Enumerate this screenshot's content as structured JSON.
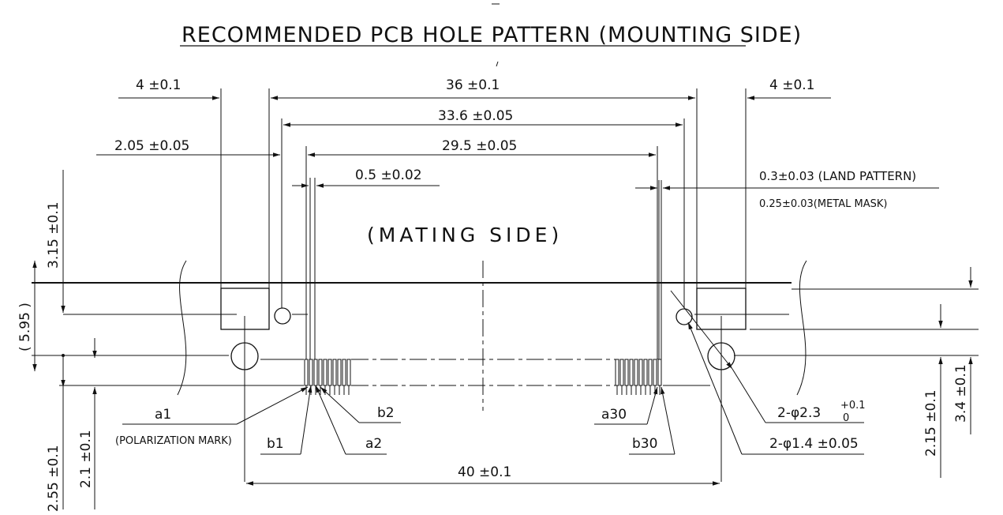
{
  "title": "RECOMMENDED PCB HOLE PATTERN (MOUNTING SIDE)",
  "mating_side": "(MATING SIDE)",
  "dims": {
    "left_4": "4 ±0.1",
    "right_4": "4 ±0.1",
    "d36": "36 ±0.1",
    "d33_6": "33.6 ±0.05",
    "d29_5": "29.5 ±0.05",
    "d2_05": "2.05 ±0.05",
    "d0_5": "0.5 ±0.02",
    "land_pattern": "0.3±0.03 (LAND PATTERN)",
    "metal_mask": "0.25±0.03(METAL MASK)",
    "v3_15": "3.15 ±0.1",
    "v5_95": "( 5.95 )",
    "v2_55": "2.55 ±0.1",
    "v2_1": "2.1 ±0.1",
    "v2_15": "2.15 ±0.1",
    "v3_4": "3.4 ±0.1",
    "d40": "40 ±0.1",
    "hole_large_main": "2-φ2.3",
    "hole_large_tol_top": "+0.1",
    "hole_large_tol_bottom": "0",
    "hole_small": "2-φ1.4 ±0.05"
  },
  "labels": {
    "a1": "a1",
    "polarization": "(POLARIZATION MARK)",
    "b1": "b1",
    "a2": "a2",
    "b2": "b2",
    "a30": "a30",
    "b30": "b30"
  }
}
